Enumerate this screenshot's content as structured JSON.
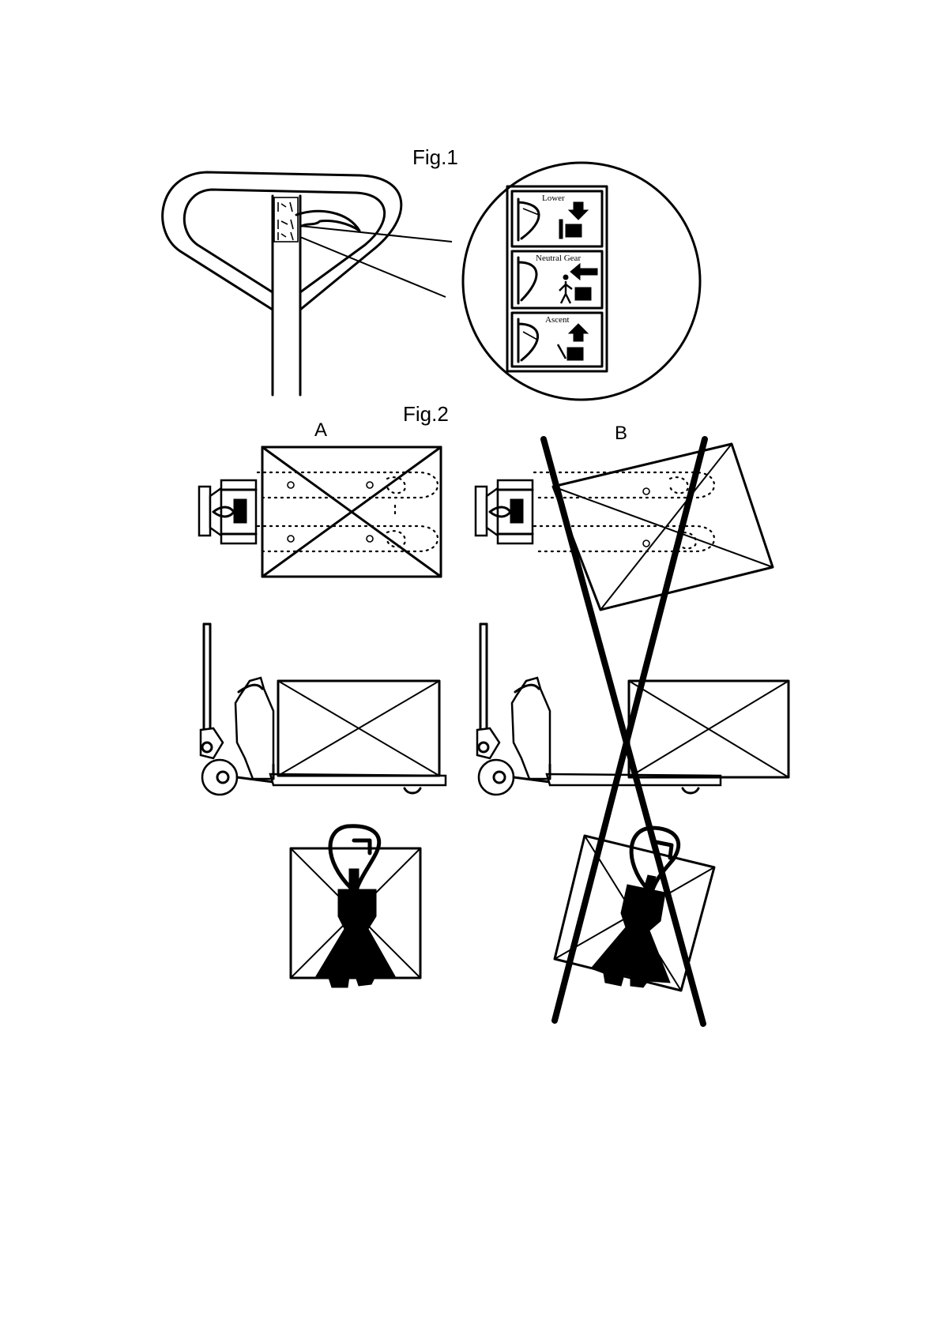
{
  "figures": {
    "fig1": {
      "label": "Fig.1"
    },
    "fig2": {
      "label": "Fig.2",
      "panel_a": "A",
      "panel_b": "B"
    }
  },
  "handle_signs": [
    {
      "label": "Lower"
    },
    {
      "label": "Neutral Gear"
    },
    {
      "label": "Ascent"
    }
  ],
  "colors": {
    "ink": "#000000",
    "paper": "#ffffff"
  }
}
